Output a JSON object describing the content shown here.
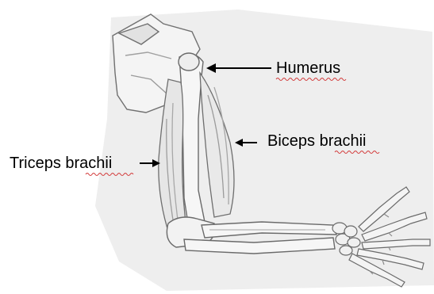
{
  "labels": {
    "humerus": "Humerus",
    "biceps": "Biceps brachii",
    "triceps": "Triceps brachii"
  },
  "colors": {
    "pencil": "#6f6f6f",
    "pencil_light": "#a8a8a8",
    "paper": "#ececec",
    "spellcheck": "#d23a3a"
  }
}
